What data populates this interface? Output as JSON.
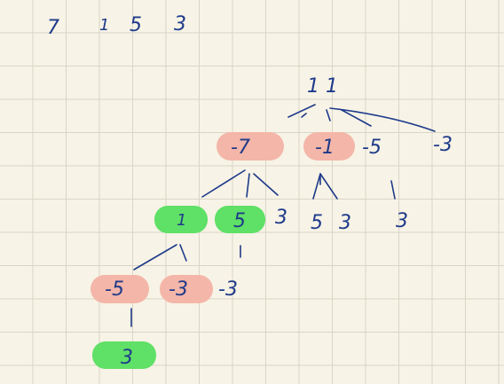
{
  "sequence": [
    "7",
    "1",
    "5",
    "3"
  ],
  "tree": {
    "root": {
      "label": "1 1"
    },
    "level1": [
      {
        "label": "-7",
        "highlight": "pink"
      },
      {
        "label": "-1",
        "highlight": "pink"
      },
      {
        "label": "-5",
        "highlight": null
      },
      {
        "label": "-3",
        "highlight": null
      }
    ],
    "level2": [
      {
        "label": "1",
        "highlight": "green"
      },
      {
        "label": "5",
        "highlight": "green"
      },
      {
        "label": "3",
        "highlight": null
      },
      {
        "label": "5",
        "highlight": null
      },
      {
        "label": "3",
        "highlight": null
      },
      {
        "label": "3",
        "highlight": null
      }
    ],
    "level3": [
      {
        "label": "-5",
        "highlight": "pink"
      },
      {
        "label": "-3",
        "highlight": "pink"
      },
      {
        "label": "-3",
        "highlight": null
      }
    ],
    "level4": [
      {
        "label": "3",
        "highlight": "green"
      }
    ]
  },
  "colors": {
    "ink": "#1e3a8a",
    "pink": "#f4b6a8",
    "green": "#5fe066",
    "grid": "#d9d5c7",
    "paper": "#f7f3e6"
  }
}
